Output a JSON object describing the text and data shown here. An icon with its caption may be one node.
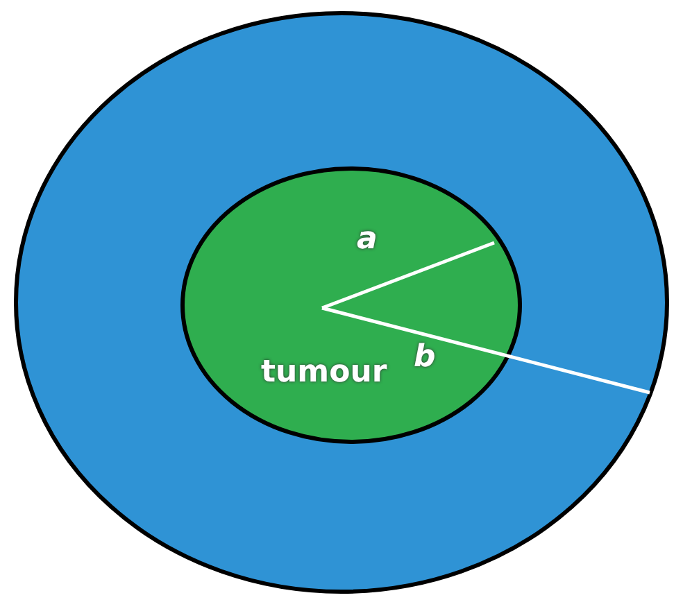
{
  "diagram": {
    "nodes": [
      {
        "text": [],
        "shape": "circle"
      },
      {
        "text": [
          "tumour"
        ],
        "in": 0
      }
    ],
    "labels": [
      "a",
      "b"
    ]
  }
}
